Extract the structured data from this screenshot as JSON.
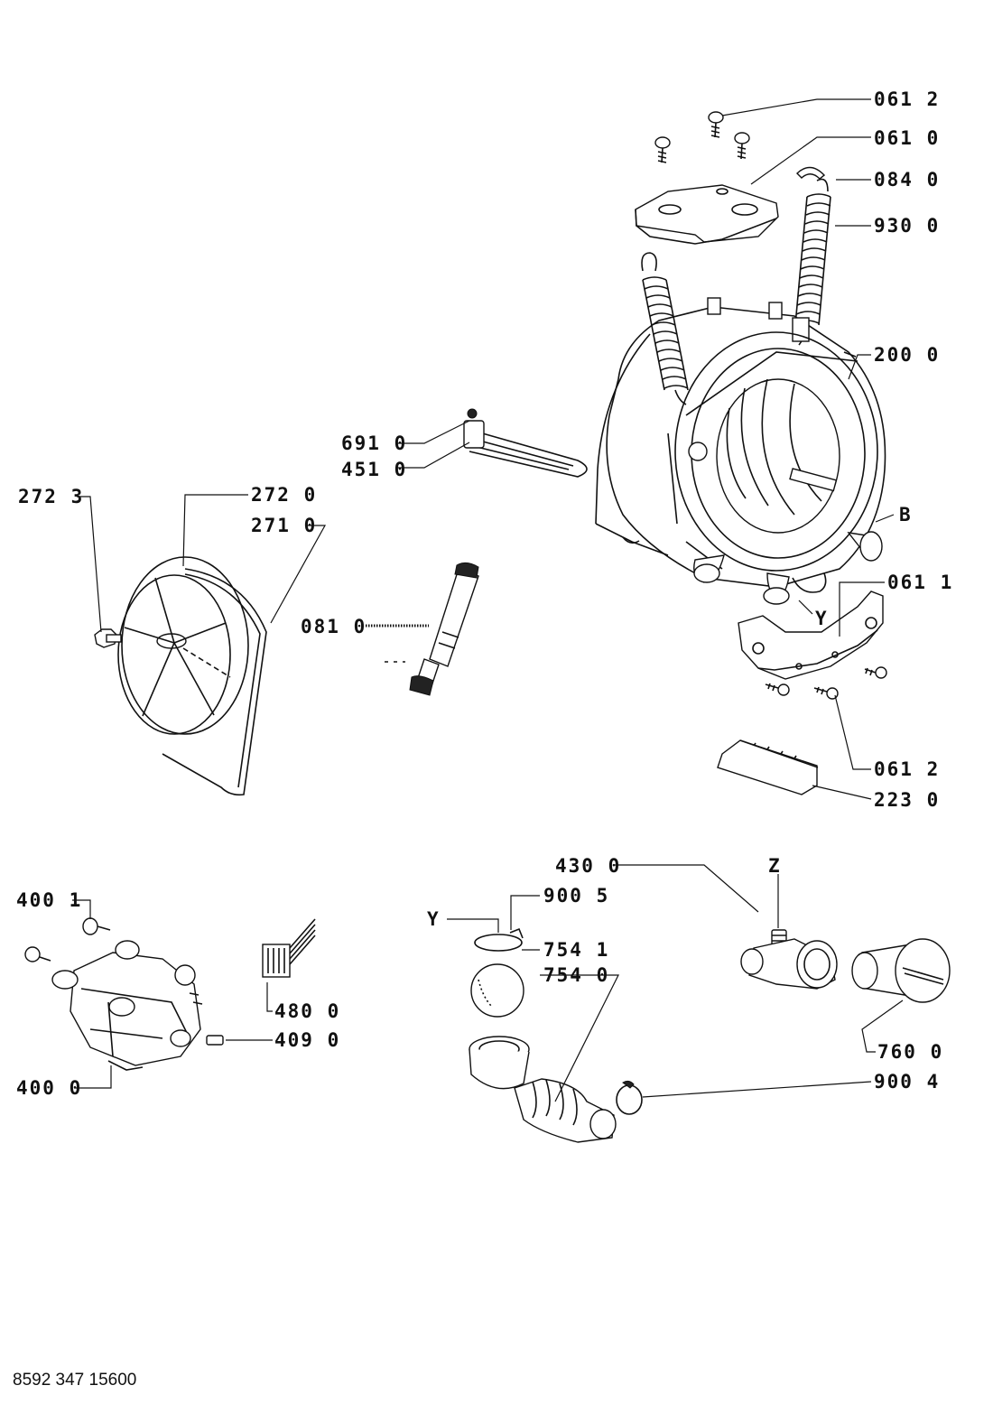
{
  "document_number": "8592 347 15600",
  "callouts": {
    "c0612_top": "061 2",
    "c0610": "061 0",
    "c0840": "084 0",
    "c9300": "930 0",
    "c2000": "200 0",
    "cB": "B",
    "c6910": "691 0",
    "c4510": "451 0",
    "c2723": "272 3",
    "c2720": "272 0",
    "c2710": "271 0",
    "c0810": "081 0",
    "c0611": "061 1",
    "cY_tub": "Y",
    "c0612_bottom": "061 2",
    "c2230": "223 0",
    "c4300": "430 0",
    "cZ": "Z",
    "cY_pump": "Y",
    "c9005": "900 5",
    "c7541": "754 1",
    "c7540": "754 0",
    "c4001": "400 1",
    "c4800": "480 0",
    "c4090": "409 0",
    "c4000": "400 0",
    "c7600": "760 0",
    "c9004": "900 4"
  }
}
